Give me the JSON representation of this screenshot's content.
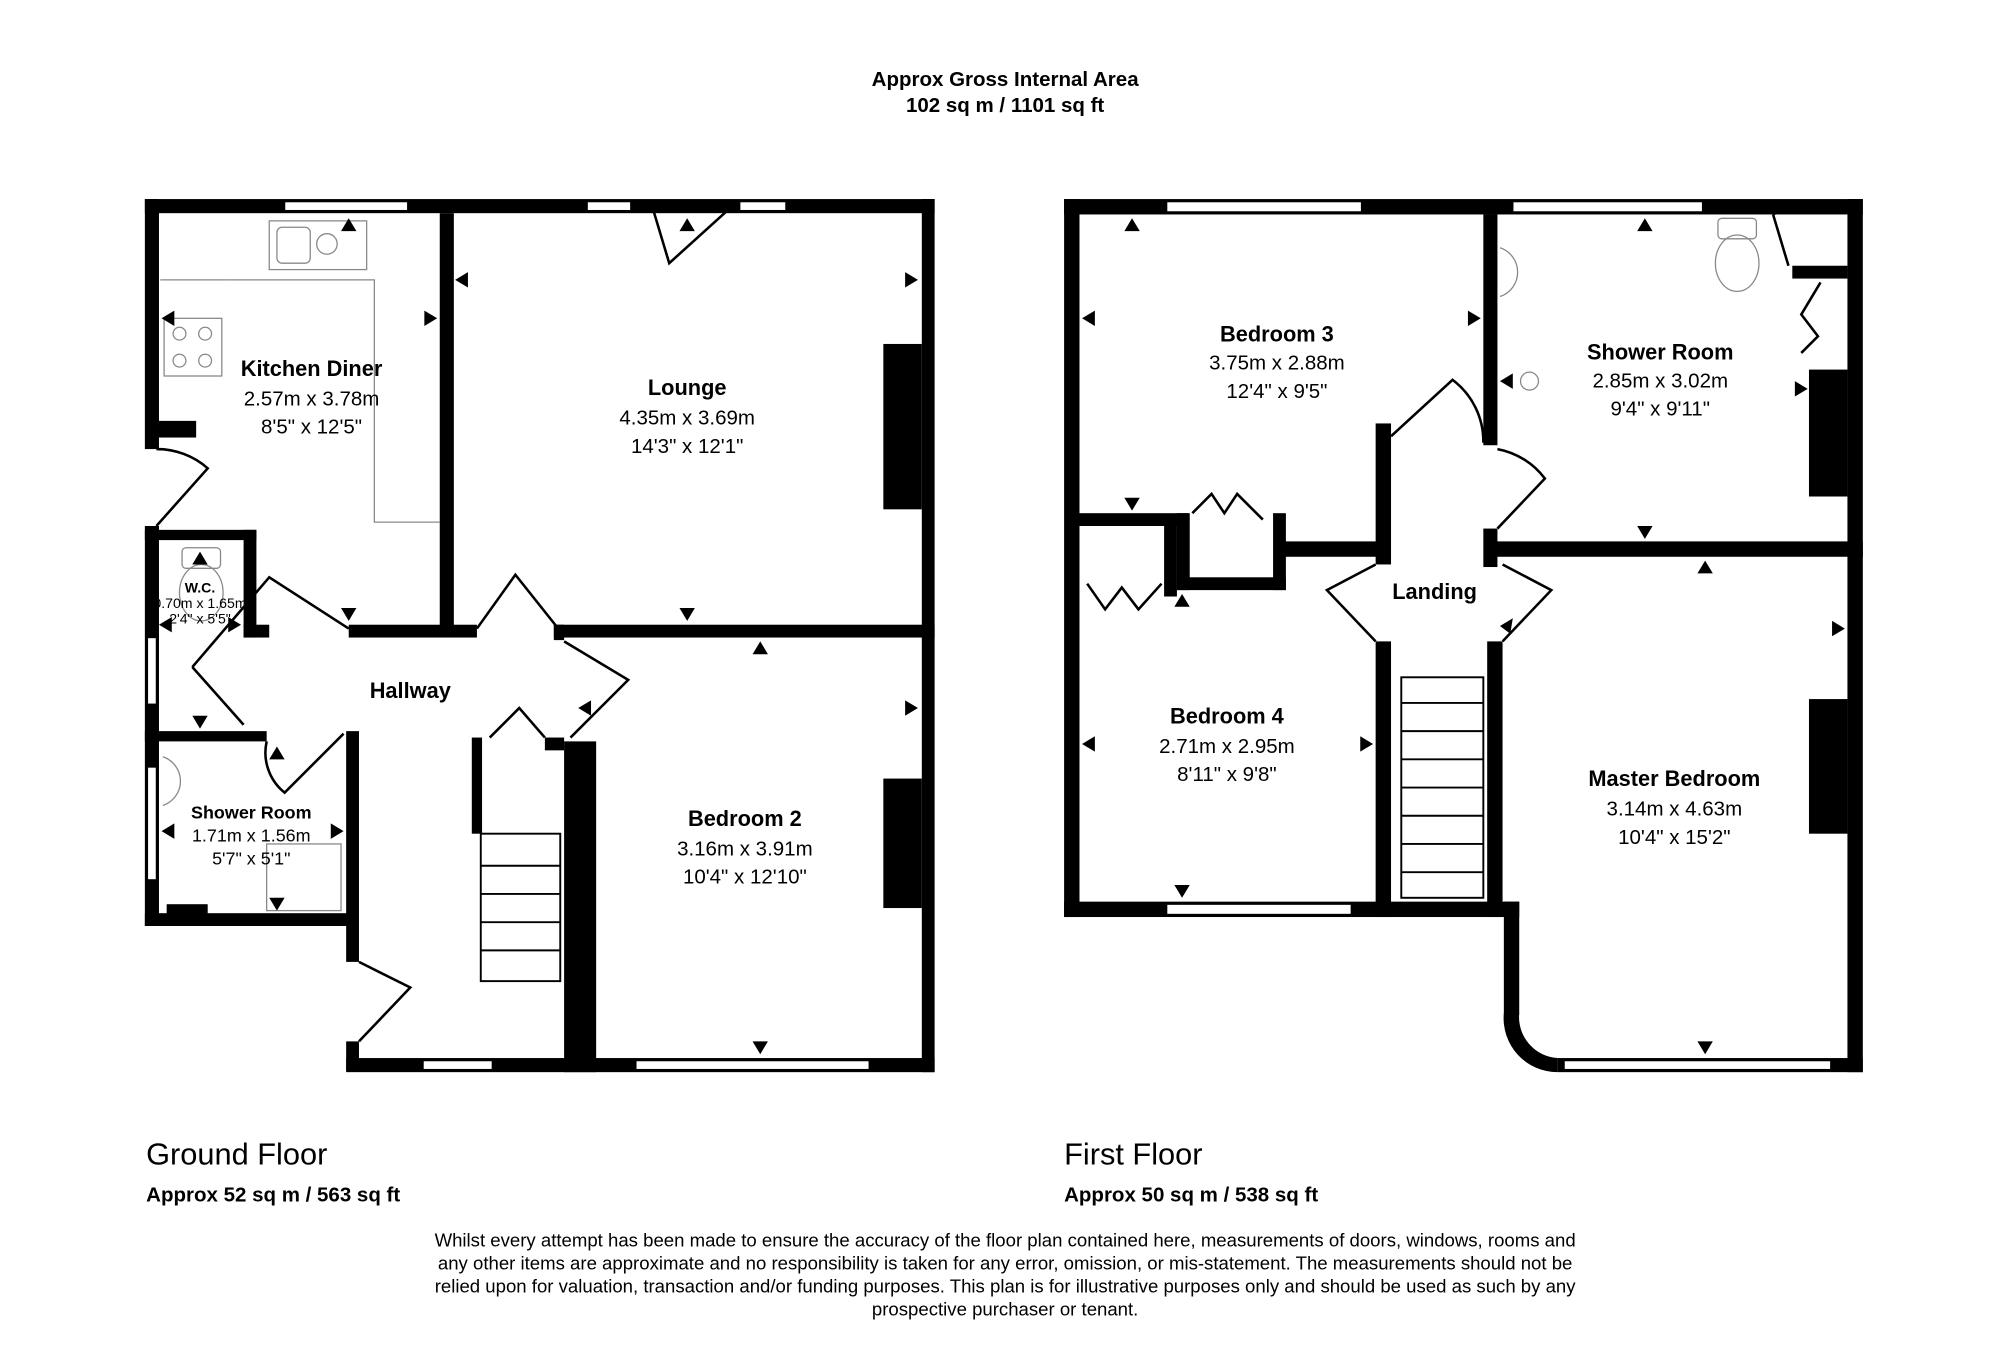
{
  "header": {
    "title": "Approx Gross Internal Area",
    "area": "102 sq m / 1101 sq ft"
  },
  "ground_floor": {
    "label": "Ground Floor",
    "area": "Approx 52 sq m / 563 sq ft",
    "rooms": {
      "kitchen": {
        "name": "Kitchen Diner",
        "metric": "2.57m x 3.78m",
        "imperial": "8'5\" x 12'5\""
      },
      "lounge": {
        "name": "Lounge",
        "metric": "4.35m x 3.69m",
        "imperial": "14'3\" x 12'1\""
      },
      "wc": {
        "name": "W.C.",
        "metric": "0.70m x 1.65m",
        "imperial": "2'4\" x 5'5\""
      },
      "hallway": {
        "name": "Hallway"
      },
      "shower": {
        "name": "Shower Room",
        "metric": "1.71m x 1.56m",
        "imperial": "5'7\" x 5'1\""
      },
      "bedroom2": {
        "name": "Bedroom 2",
        "metric": "3.16m x 3.91m",
        "imperial": "10'4\" x 12'10\""
      }
    }
  },
  "first_floor": {
    "label": "First Floor",
    "area": "Approx 50 sq m / 538 sq ft",
    "rooms": {
      "bedroom3": {
        "name": "Bedroom 3",
        "metric": "3.75m x 2.88m",
        "imperial": "12'4\" x 9'5\""
      },
      "shower": {
        "name": "Shower Room",
        "metric": "2.85m x 3.02m",
        "imperial": "9'4\" x 9'11\""
      },
      "landing": {
        "name": "Landing"
      },
      "bedroom4": {
        "name": "Bedroom 4",
        "metric": "2.71m x 2.95m",
        "imperial": "8'11\" x 9'8\""
      },
      "master": {
        "name": "Master Bedroom",
        "metric": "3.14m x 4.63m",
        "imperial": "10'4\" x 15'2\""
      }
    }
  },
  "disclaimer": [
    "Whilst every attempt has been made to ensure the accuracy of the floor plan contained here, measurements of doors, windows, rooms and",
    "any other items are approximate and no responsibility is taken for any error, omission, or mis-statement. The measurements should not be",
    "relied upon for valuation, transaction and/or funding purposes. This plan is for illustrative purposes only and should be used as such by any",
    "prospective purchaser or tenant."
  ]
}
